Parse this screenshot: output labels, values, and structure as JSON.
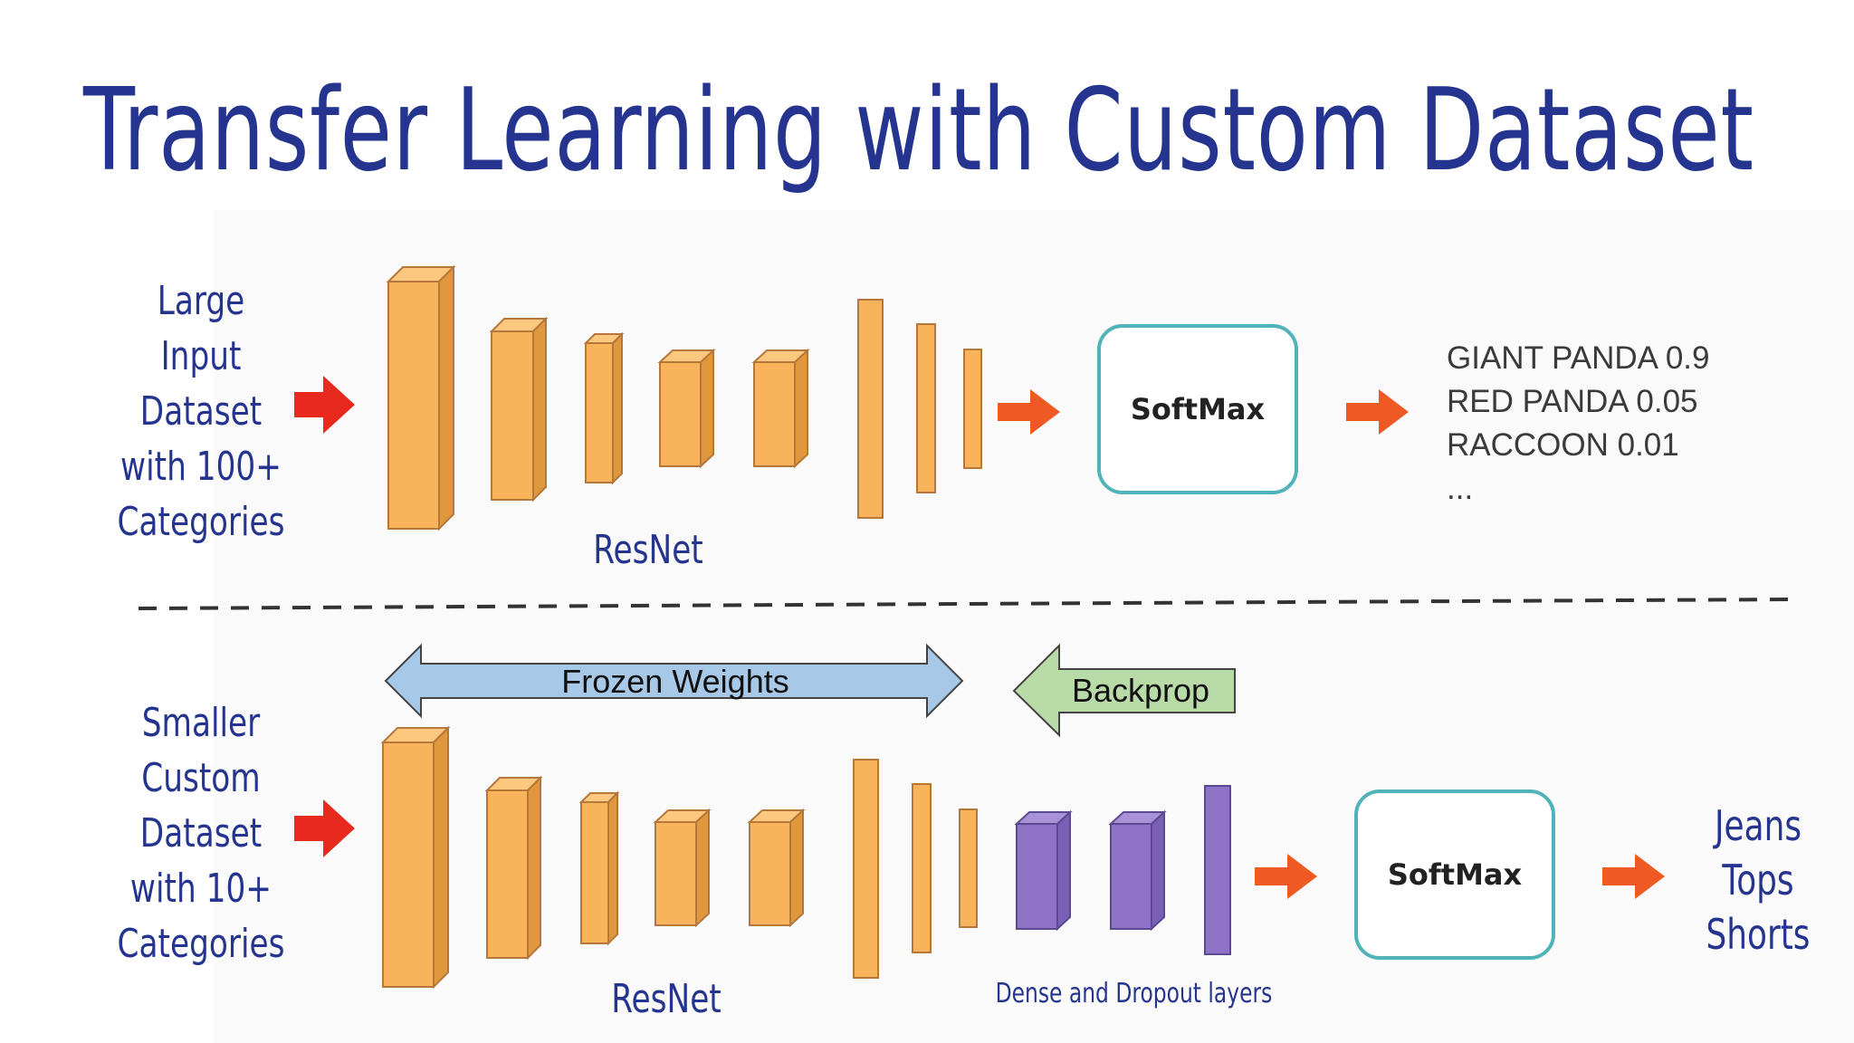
{
  "title": "Transfer Learning with Custom Dataset",
  "top": {
    "input_label_lines": [
      "Large",
      "Input",
      "Dataset",
      "with 100+",
      "Categories"
    ],
    "network_caption": "ResNet",
    "softmax_label": "SoftMax",
    "predictions": [
      "GIANT PANDA 0.9",
      "RED PANDA 0.05",
      "RACCOON 0.01",
      "..."
    ]
  },
  "bottom": {
    "input_label_lines": [
      "Smaller",
      "Custom",
      "Dataset",
      "with 10+",
      "Categories"
    ],
    "network_caption": "ResNet",
    "dense_caption": "Dense and Dropout layers",
    "frozen_label": "Frozen Weights",
    "backprop_label": "Backprop",
    "softmax_label": "SoftMax",
    "outputs": [
      "Jeans",
      "Tops",
      "Shorts"
    ]
  },
  "colors": {
    "title": "#25358f",
    "layer_orange": "#f9b35b",
    "layer_purple": "#8e73c9",
    "arrow_red": "#e82a1e",
    "arrow_orange": "#ef5a24",
    "softmax_border": "#4fb3b8",
    "frozen_fill": "#a8c8e8",
    "backprop_fill": "#b9dba8"
  },
  "icons": {
    "input_arrow": "right-arrow-icon",
    "flow_arrow": "right-arrow-icon"
  }
}
